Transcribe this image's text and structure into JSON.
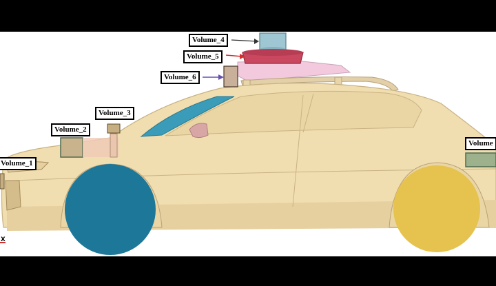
{
  "diagram": {
    "labels": [
      {
        "id": "v1",
        "text": "Volume_1"
      },
      {
        "id": "v2",
        "text": "Volume_2"
      },
      {
        "id": "v3",
        "text": "Volume_3"
      },
      {
        "id": "v4",
        "text": "Volume_4"
      },
      {
        "id": "v5",
        "text": "Volume_5"
      },
      {
        "id": "v6",
        "text": "Volume_6"
      },
      {
        "id": "v7",
        "text": "Volume"
      }
    ],
    "axis_label": "x",
    "colors": {
      "car_body": "#f0deb0",
      "car_shadow": "#d9c391",
      "front_wheel": "#1d7798",
      "rear_wheel": "#e6c24e",
      "windshield": "#3a9cb8",
      "roof_rack": "#f2c9dd",
      "volume_4": "#9fc7d3",
      "volume_5": "#c9485f",
      "arrow_red": "#d32f2f",
      "arrow_purple": "#6a4fb0"
    }
  }
}
